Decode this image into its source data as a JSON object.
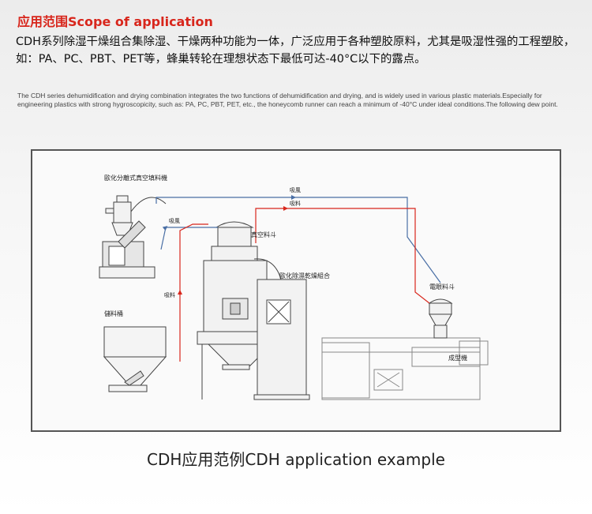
{
  "header": {
    "title": "应用范围Scope of application"
  },
  "description": {
    "chinese": "CDH系列除湿干燥组合集除湿、干燥两种功能为一体，广泛应用于各种塑胶原料，尤其是吸湿性强的工程塑胶，如：PA、PC、PBT、PET等，蜂巢转轮在理想状态下最低可达-40°C以下的露点。",
    "english": "The CDH series dehumidification and drying combination integrates the two functions of dehumidification and drying, and is widely used in various plastic materials.Especially for engineering plastics with strong hygroscopicity, such as: PA, PC, PBT, PET, etc., the honeycomb runner can reach a minimum of -40°C under ideal conditions.The following dew point."
  },
  "diagram": {
    "labels": {
      "vacuum_loader": "歐化分離式真空填料機",
      "return_air_top": "吸風",
      "suction_top": "吸料",
      "return_air_left": "吸風",
      "vacuum_hopper": "真空料斗",
      "suction_left": "吸料",
      "dehumidifier": "歐化除濕乾燥組合",
      "storage_bin": "儲料桶",
      "electric_hopper": "電眼料斗",
      "molding_machine": "成型機"
    },
    "colors": {
      "air_line": "#4a6fa5",
      "material_line": "#d8261c",
      "frame": "#555555"
    }
  },
  "caption": "CDH应用范例CDH application example"
}
